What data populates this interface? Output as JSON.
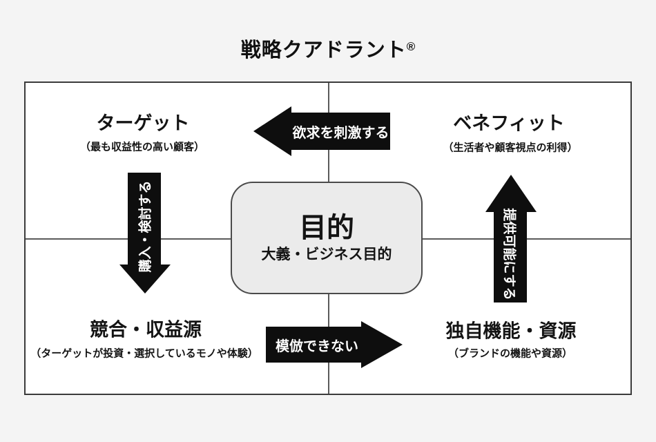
{
  "title": {
    "text": "戦略クアドラント",
    "registered_mark": "®"
  },
  "quadrants": {
    "top_left": {
      "title": "ターゲット",
      "subtitle": "（最も収益性の高い顧客）"
    },
    "top_right": {
      "title": "ベネフィット",
      "subtitle": "（生活者や顧客視点の利得）"
    },
    "bottom_left": {
      "title": "競合・収益源",
      "subtitle": "（ターゲットが投資・選択しているモノや体験）"
    },
    "bottom_right": {
      "title": "独自機能・資源",
      "subtitle": "（ブランドの機能や資源）"
    }
  },
  "center": {
    "title": "目的",
    "subtitle": "大義・ビジネス目的"
  },
  "arrows": {
    "top": {
      "label": "欲求を刺激する",
      "direction": "left"
    },
    "left": {
      "label": "購入・検討する",
      "direction": "down"
    },
    "right": {
      "label": "提供可能にする",
      "direction": "up"
    },
    "bottom": {
      "label": "模倣できない",
      "direction": "right"
    }
  },
  "colors": {
    "background": "#f4f4f4",
    "board_fill": "#ffffff",
    "board_border": "#3a3a3a",
    "divider_line": "#5a5a5a",
    "center_box_fill": "#ebebeb",
    "arrow_fill": "#0e0e0e",
    "arrow_text": "#ffffff",
    "text": "#141414"
  }
}
